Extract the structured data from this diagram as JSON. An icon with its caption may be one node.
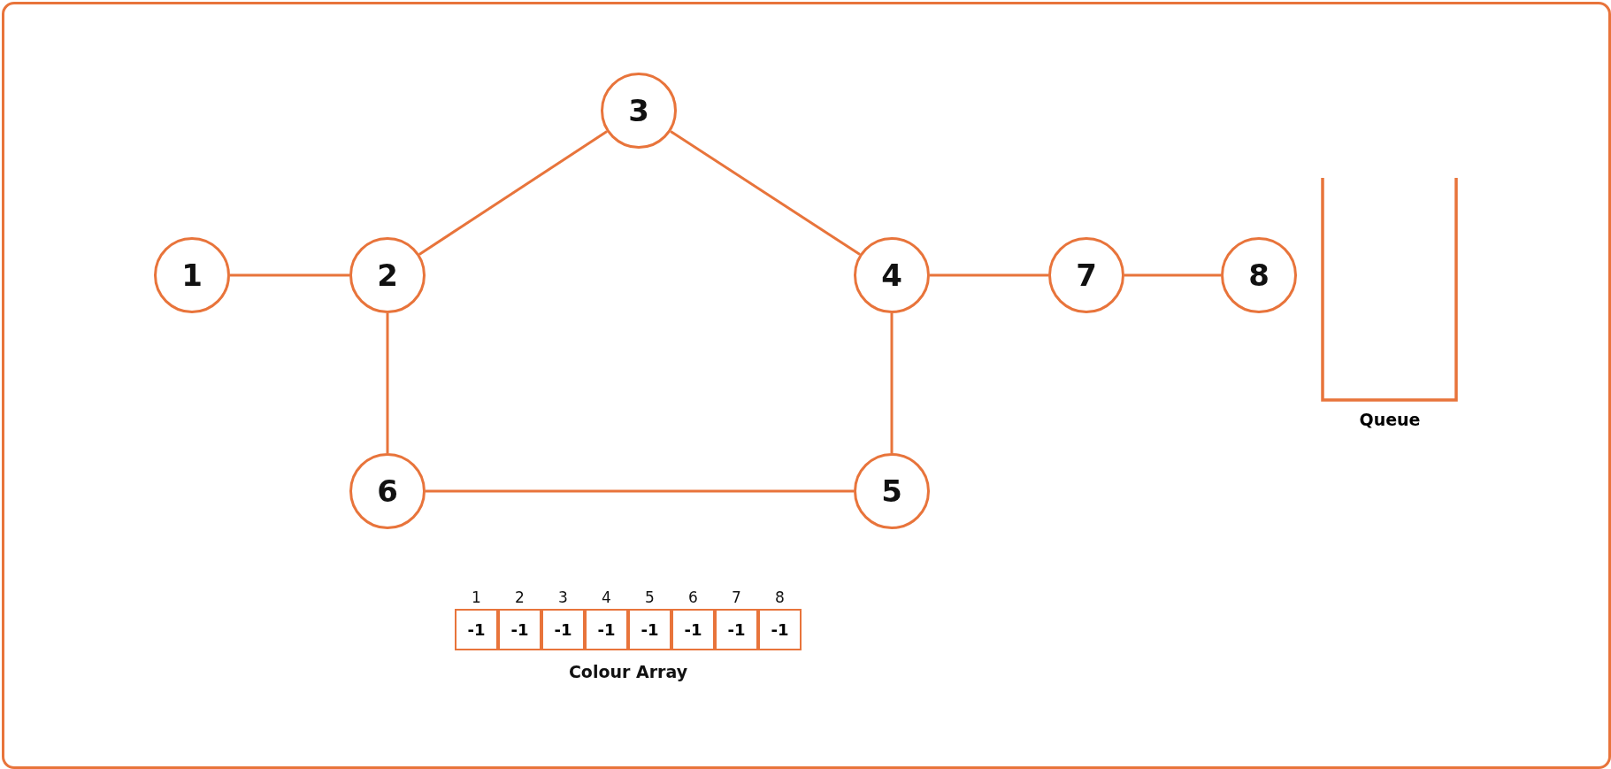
{
  "diagram": {
    "nodes": [
      {
        "text": [
          "1"
        ]
      },
      {
        "text": [
          "2"
        ]
      },
      {
        "text": [
          "3"
        ]
      },
      {
        "text": [
          "4"
        ]
      },
      {
        "text": [
          "5"
        ]
      },
      {
        "text": [
          "6"
        ]
      },
      {
        "text": [
          "7"
        ]
      },
      {
        "text": [
          "8"
        ]
      },
      {
        "text": [
          "Queue"
        ]
      }
    ],
    "edges": [
      {
        "from": 0,
        "to": 1,
        "arrow": "none"
      },
      {
        "from": 1,
        "to": 2,
        "arrow": "none"
      },
      {
        "from": 2,
        "to": 3,
        "arrow": "none"
      },
      {
        "from": 3,
        "to": 6,
        "arrow": "none"
      },
      {
        "from": 6,
        "to": 7,
        "arrow": "none"
      },
      {
        "from": 1,
        "to": 5,
        "arrow": "none"
      },
      {
        "from": 3,
        "to": 4,
        "arrow": "none"
      },
      {
        "from": 5,
        "to": 4,
        "arrow": "none"
      }
    ],
    "labels": [
      "1",
      "2",
      "3",
      "4",
      "5",
      "6",
      "7",
      "8",
      "-1",
      "-1",
      "-1",
      "-1",
      "-1",
      "-1",
      "-1",
      "-1",
      "Colour Array"
    ]
  }
}
